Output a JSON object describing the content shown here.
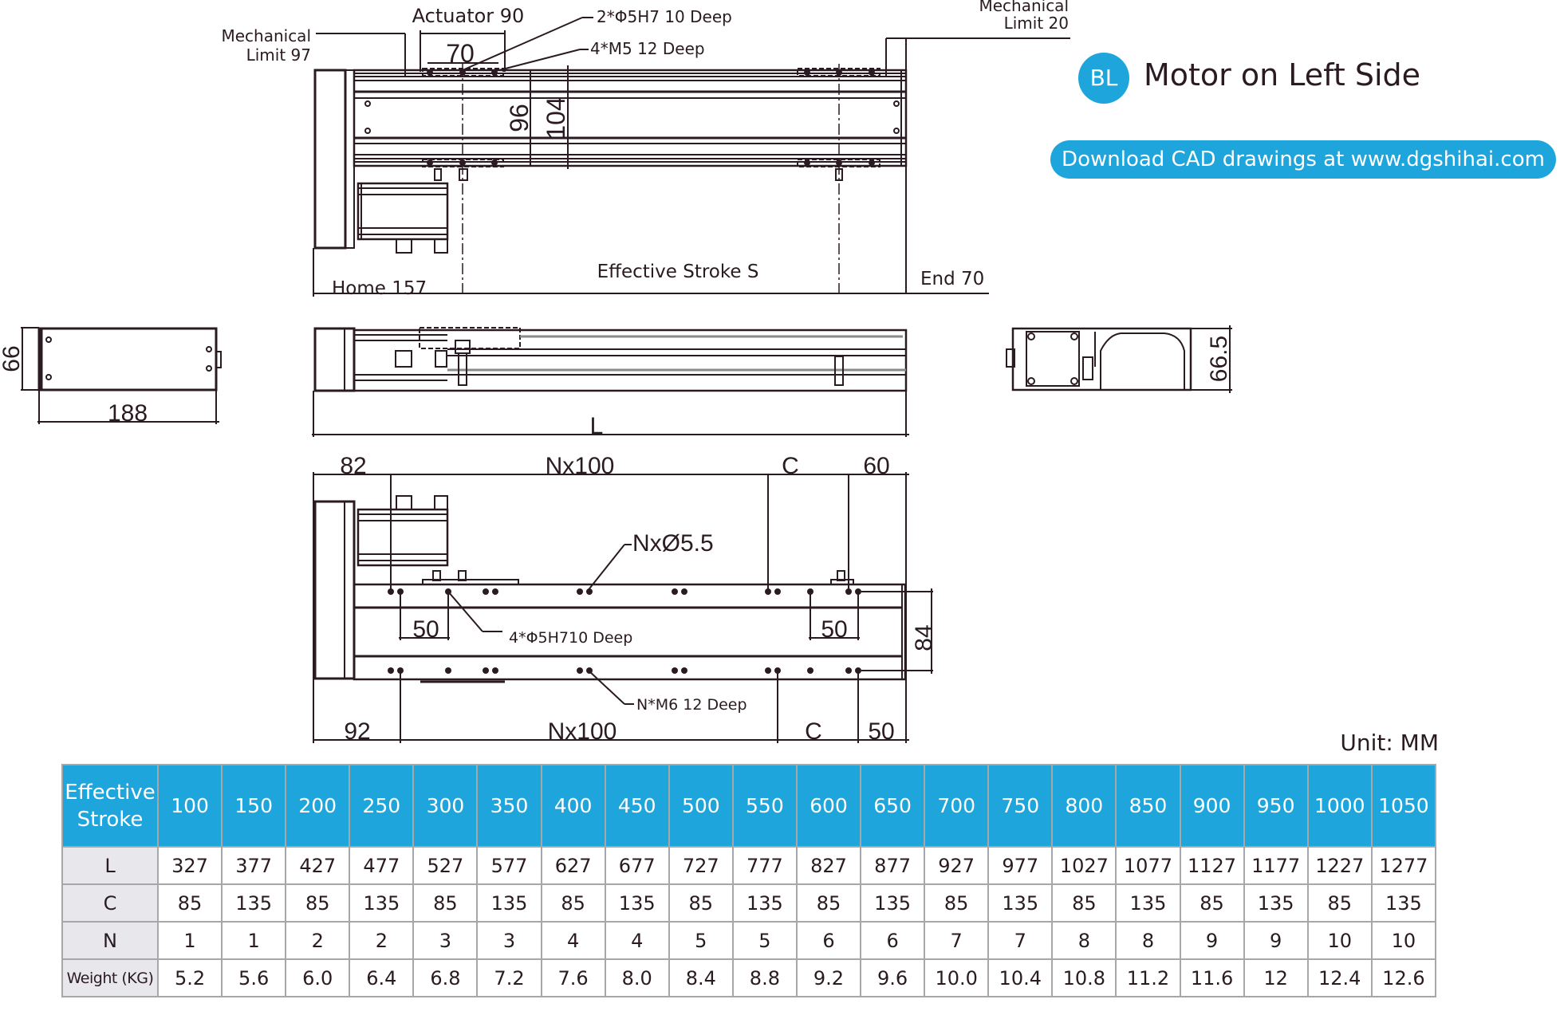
{
  "header": {
    "badge": "BL",
    "title": "Motor on Left Side",
    "download_button": "Download CAD drawings at www.dgshihai.com"
  },
  "top_view": {
    "mechanical_limit_left": [
      "Mechanical",
      "Limit 97"
    ],
    "actuator_label": "Actuator 90",
    "dim_70": "70",
    "note_pin_holes": "2*Φ5H7  10 Deep",
    "note_threads": "4*M5  12 Deep",
    "mechanical_limit_right": [
      "Mechanical",
      "Limit 20"
    ],
    "dim_96": "96",
    "dim_104": "104",
    "home_label": "Home 157",
    "stroke_label": "Effective Stroke S",
    "end_label": "End 70"
  },
  "side_views": {
    "left_end_height": "66",
    "left_end_width": "188",
    "length_label": "L",
    "right_end_height": "66.5"
  },
  "bottom_view": {
    "top_dims": [
      "82",
      "Nx100",
      "C",
      "60"
    ],
    "note_holes": "NxØ5.5",
    "dim_50_left": "50",
    "dim_50_right": "50",
    "note_pin_holes": "4*Φ5H710 Deep",
    "dim_84": "84",
    "note_threads": "N*M6 12 Deep",
    "bottom_dims": [
      "92",
      "Nx100",
      "C",
      "50"
    ]
  },
  "unit_label": "Unit: MM",
  "table": {
    "header_label": [
      "Effective",
      "Stroke"
    ],
    "strokes": [
      "100",
      "150",
      "200",
      "250",
      "300",
      "350",
      "400",
      "450",
      "500",
      "550",
      "600",
      "650",
      "700",
      "750",
      "800",
      "850",
      "900",
      "950",
      "1000",
      "1050"
    ],
    "rows": [
      {
        "label": "L",
        "values": [
          "327",
          "377",
          "427",
          "477",
          "527",
          "577",
          "627",
          "677",
          "727",
          "777",
          "827",
          "877",
          "927",
          "977",
          "1027",
          "1077",
          "1127",
          "1177",
          "1227",
          "1277"
        ]
      },
      {
        "label": "C",
        "values": [
          "85",
          "135",
          "85",
          "135",
          "85",
          "135",
          "85",
          "135",
          "85",
          "135",
          "85",
          "135",
          "85",
          "135",
          "85",
          "135",
          "85",
          "135",
          "85",
          "135"
        ]
      },
      {
        "label": "N",
        "values": [
          "1",
          "1",
          "2",
          "2",
          "3",
          "3",
          "4",
          "4",
          "5",
          "5",
          "6",
          "6",
          "7",
          "7",
          "8",
          "8",
          "9",
          "9",
          "10",
          "10"
        ]
      },
      {
        "label": "Weight (KG)",
        "values": [
          "5.2",
          "5.6",
          "6.0",
          "6.4",
          "6.8",
          "7.2",
          "7.6",
          "8.0",
          "8.4",
          "8.8",
          "9.2",
          "9.6",
          "10.0",
          "10.4",
          "10.8",
          "11.2",
          "11.6",
          "12",
          "12.4",
          "12.6"
        ]
      }
    ]
  },
  "colors": {
    "accent": "#1ea5dc",
    "line": "#2a1a22",
    "table_border": "#a7a7a7",
    "row_label_bg": "#e8e8ec"
  }
}
